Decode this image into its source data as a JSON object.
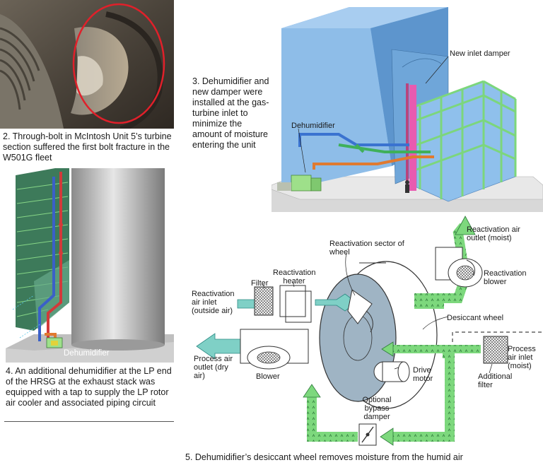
{
  "photo": {
    "caption": "2. Through-bolt in McIntosh Unit 5’s turbine section suffered the first bolt fracture in the W501G fleet"
  },
  "figure3": {
    "caption": "3. Dehumidifier and new damper were installed at the gas-turbine inlet to minimize the amount of moisture entering the unit",
    "label_damper": "New inlet damper",
    "label_dehumidifier": "Dehumidifier"
  },
  "figure4": {
    "caption": "4. An additional dehumidifier at the LP end of the HRSG at the exhaust stack was equipped with a tap to supply the LP rotor air cooler and associated piping circuit",
    "label_dehumidifier": "Dehumidifier"
  },
  "figure5": {
    "caption": "5. Dehumidifier’s desiccant wheel removes moisture from the humid air",
    "labels": {
      "reactivation_outlet": "Reactivation air outlet (moist)",
      "reactivation_sector": "Reactivation sector of wheel",
      "reactivation_heater": "Reactivation heater",
      "filter": "Filter",
      "reactivation_inlet": "Reactivation air inlet (outside air)",
      "reactivation_blower": "Reactivation blower",
      "desiccant_wheel": "Desiccant wheel",
      "process_outlet": "Process air outlet (dry air)",
      "blower": "Blower",
      "drive_motor": "Drive motor",
      "process_inlet": "Process air inlet (moist)",
      "additional_filter": "Additional filter",
      "bypass_damper": "Optional bypass damper"
    }
  },
  "colors": {
    "highlight_circle": "#e0202a",
    "hrsg_blue": "#7fb0e0",
    "duct_green": "#7dd87d",
    "arrow_teal": "#7fd0c6",
    "pipe_orange": "#e07a30"
  }
}
